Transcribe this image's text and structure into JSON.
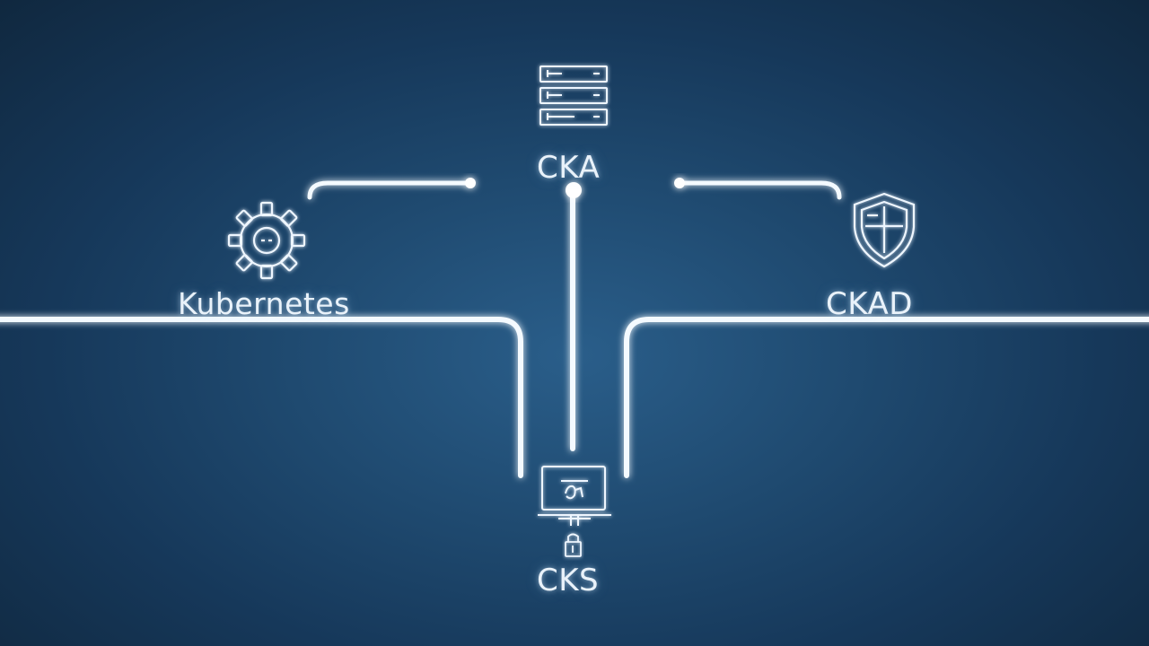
{
  "nodes": {
    "top": {
      "label": "CKA",
      "icon": "server-rack-icon"
    },
    "left": {
      "label": "Kubernetes",
      "icon": "gear-icon"
    },
    "right": {
      "label": "CKAD",
      "icon": "shield-icon"
    },
    "bottom": {
      "label": "CKS",
      "icon": "monitor-icon",
      "secondary_icon": "lock-icon"
    }
  },
  "colors": {
    "background": "#1f4a70",
    "line": "#f4faff",
    "glow": "#9fd4ff",
    "text": "#e9f2fa"
  }
}
